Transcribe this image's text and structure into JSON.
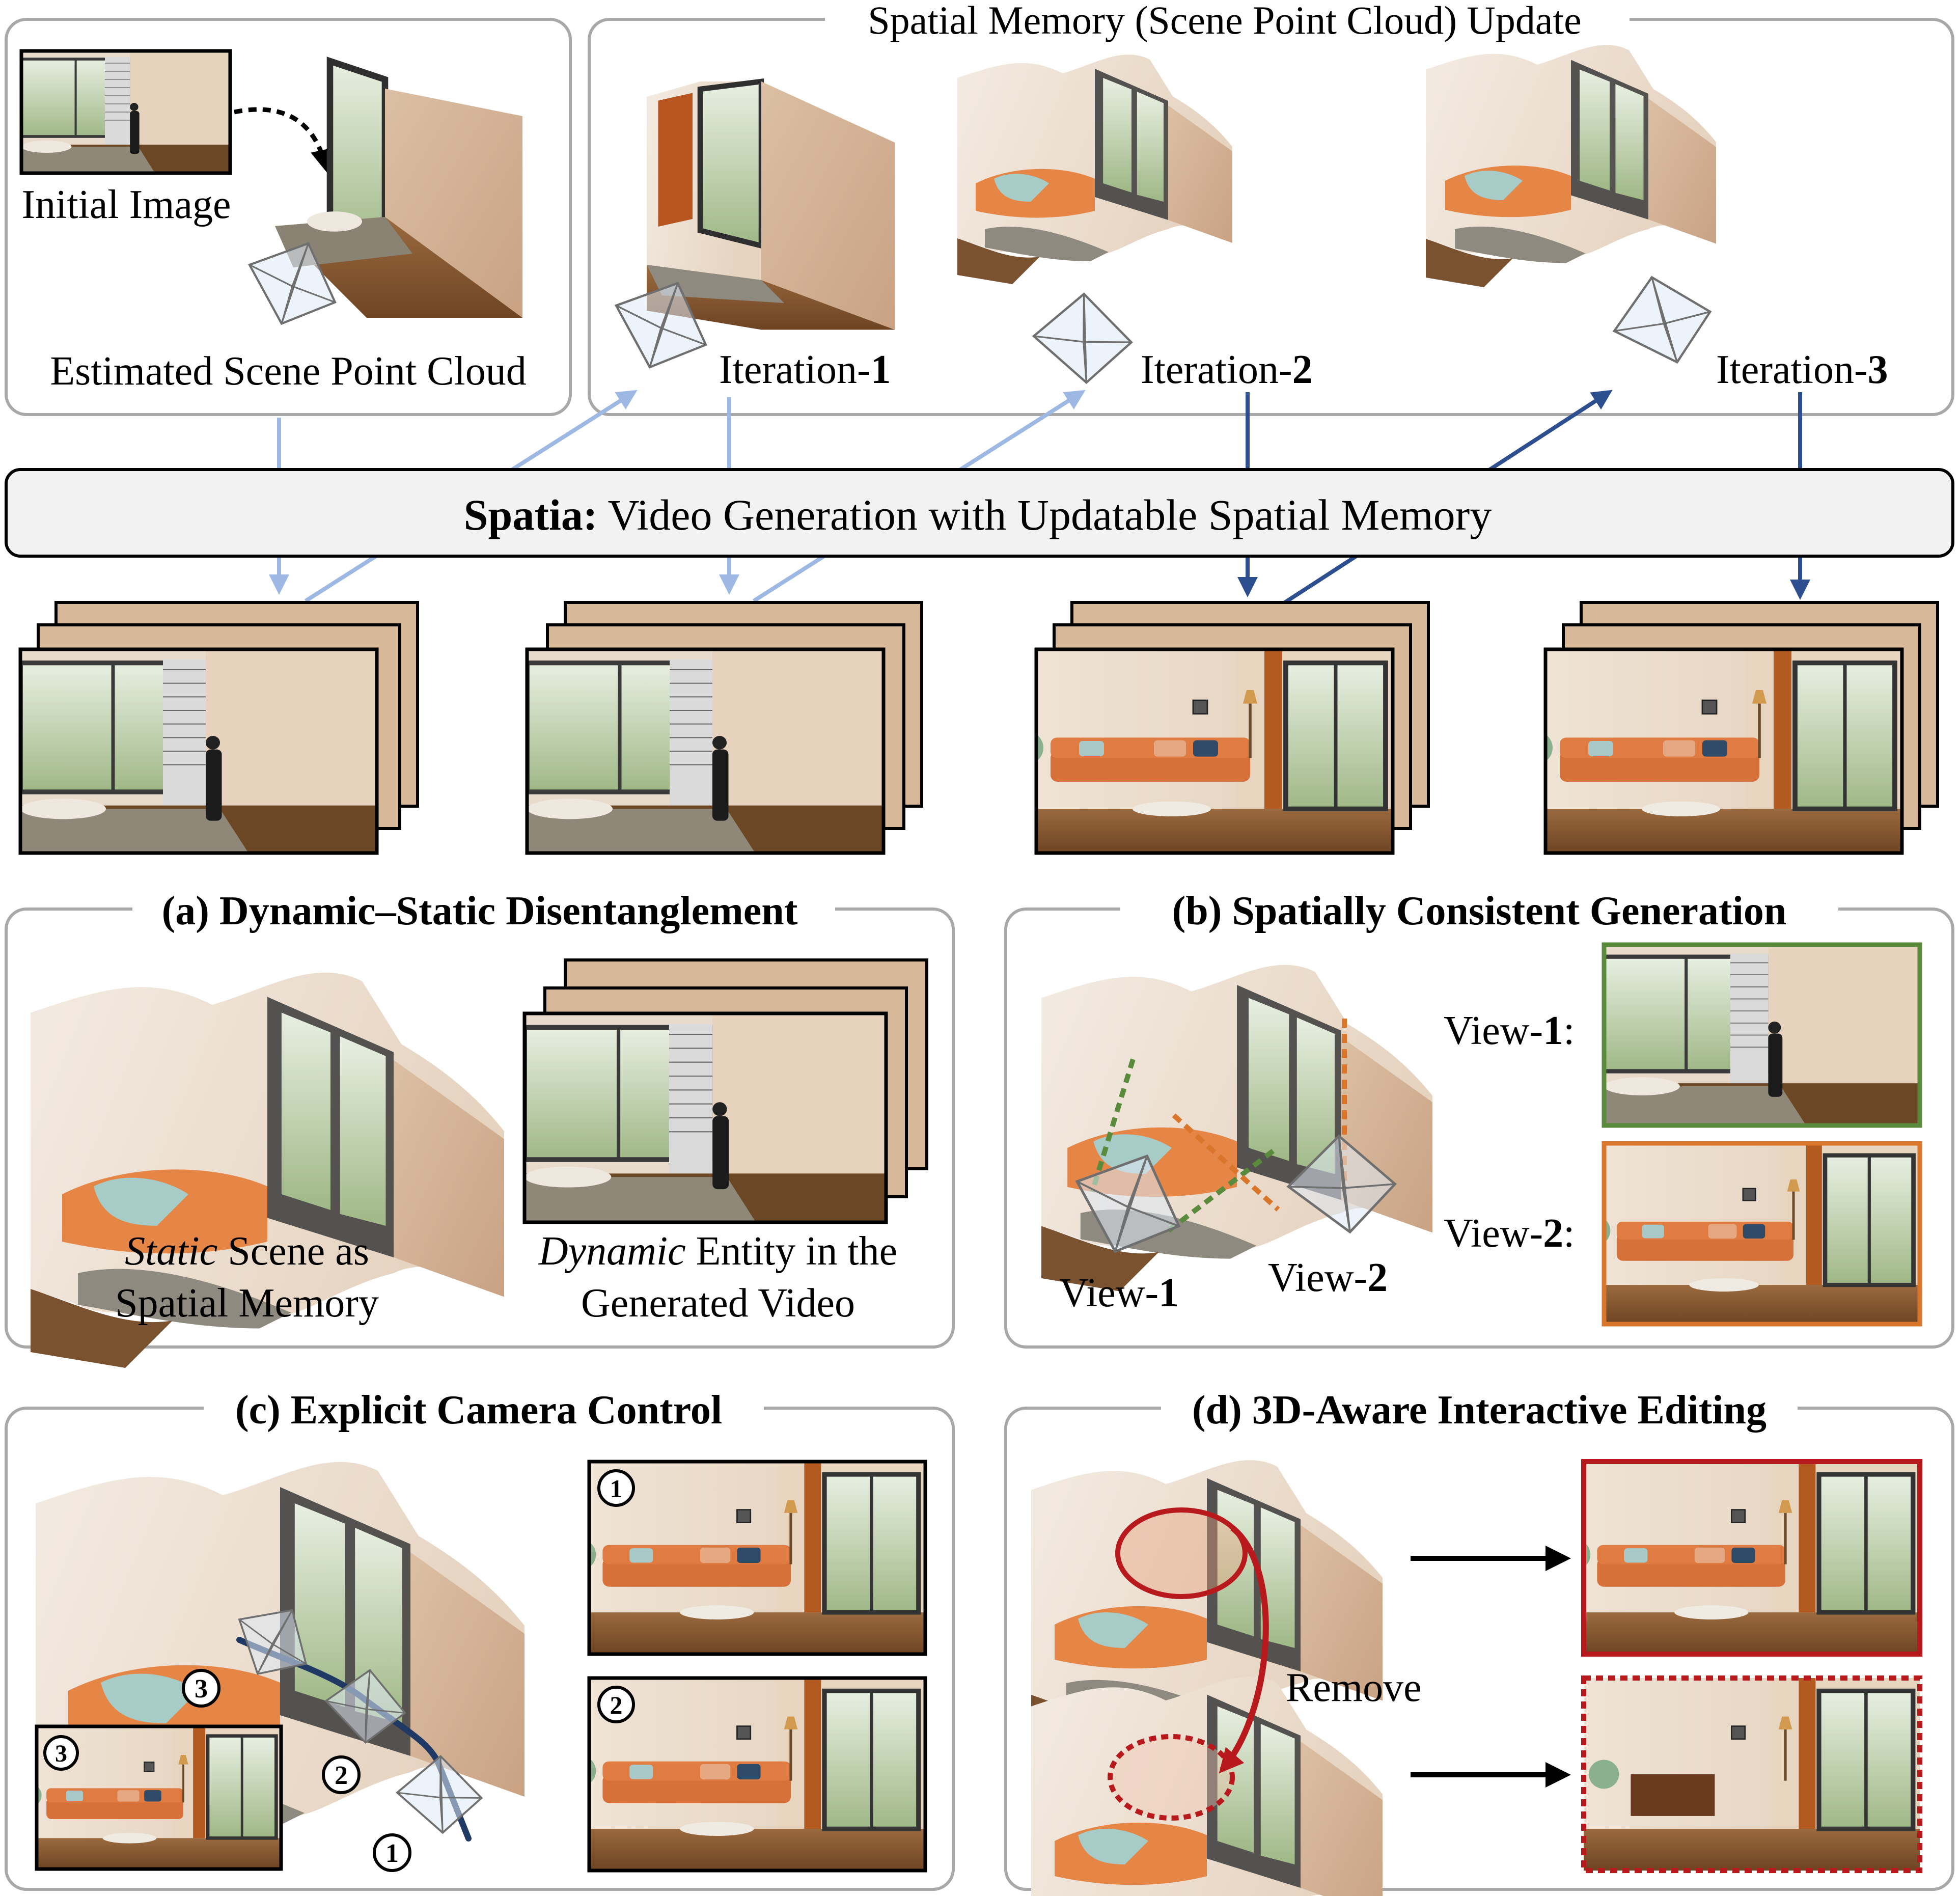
{
  "top_left": {
    "initial_image_label": "Initial Image",
    "point_cloud_label": "Estimated Scene Point Cloud"
  },
  "spatial_memory": {
    "title": "Spatial Memory (Scene Point Cloud) Update",
    "iterations": [
      {
        "prefix": "Iteration-",
        "num": "1"
      },
      {
        "prefix": "Iteration-",
        "num": "2"
      },
      {
        "prefix": "Iteration-",
        "num": "3"
      }
    ]
  },
  "banner": {
    "bold": "Spatia:",
    "rest": " Video Generation with Updatable Spatial Memory"
  },
  "panel_a": {
    "title": "(a) Dynamic–Static Disentanglement",
    "left_italic": "Static",
    "left_rest": " Scene as",
    "left_line2": "Spatial Memory",
    "right_italic": "Dynamic",
    "right_rest": " Entity in the",
    "right_line2": "Generated Video"
  },
  "panel_b": {
    "title": "(b) Spatially Consistent Generation",
    "view1": {
      "prefix": "View-",
      "num": "1",
      "colon": ":"
    },
    "view2": {
      "prefix": "View-",
      "num": "2",
      "colon": ":"
    },
    "cam1": {
      "prefix": "View-",
      "num": "1"
    },
    "cam2": {
      "prefix": "View-",
      "num": "2"
    },
    "view1_color": "#5a8a3c",
    "view2_color": "#d9762b"
  },
  "panel_c": {
    "title": "(c) Explicit Camera Control",
    "markers": [
      "1",
      "2",
      "3"
    ],
    "trajectory_color": "#1f3864"
  },
  "panel_d": {
    "title": "(d) 3D-Aware Interactive Editing",
    "remove_label": "Remove",
    "edit_color": "#b8191d"
  }
}
